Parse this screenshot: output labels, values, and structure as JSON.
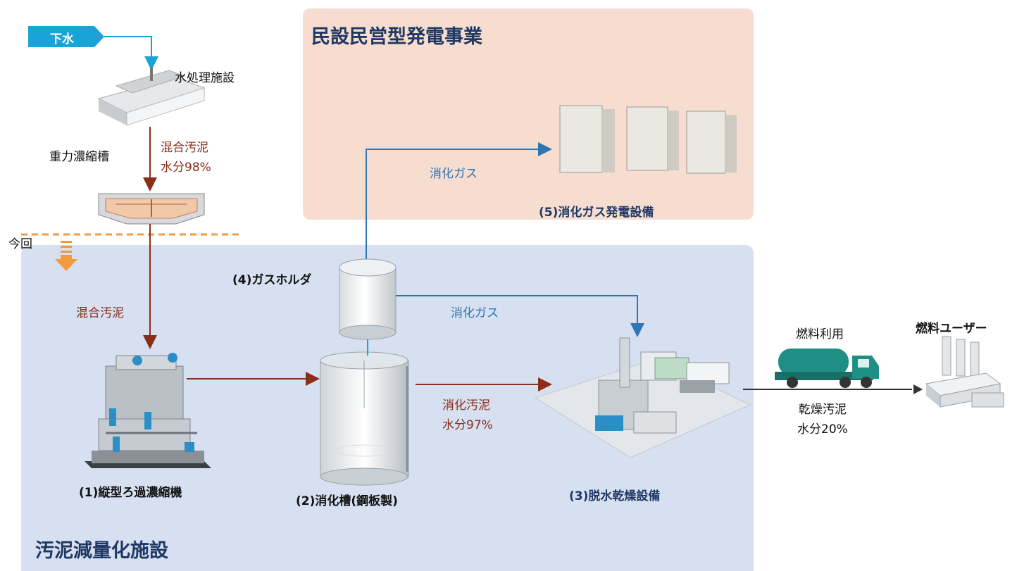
{
  "regions": {
    "private_power": "民設民営型発電事業",
    "sludge_reduction": "汚泥減量化施設"
  },
  "inlet": "下水",
  "labels": {
    "water_treatment": "水処理施設",
    "gravity_thickener": "重力濃縮槽",
    "mixed_sludge_98": "混合汚泥\n水分98%",
    "mixed_sludge": "混合汚泥",
    "this_time": "今回",
    "gas_holder": "(4)ガスホルダ",
    "digestion_gas_upper": "消化ガス",
    "digestion_gas_lower": "消化ガス",
    "power_facility": "(5)消化ガス発電設備",
    "digested_sludge_97": "消化汚泥\n水分97%",
    "vertical_thickener": "(1)縦型ろ過濃縮機",
    "digester": "(2)消化槽(鋼板製)",
    "dewatering_drying": "(3)脱水乾燥設備",
    "fuel_use": "燃料利用",
    "fuel_user": "燃料ユーザー",
    "dried_sludge_20": "乾燥汚泥\n水分20%"
  },
  "colors": {
    "water_flow": "#1aa3d9",
    "sludge_flow": "#8a2d1a",
    "gas_flow": "#2e75b6",
    "cutoff_line": "#f39a3c",
    "private_region_bg": "#f7ddd0",
    "sludge_region_bg": "#d6e0f1"
  }
}
